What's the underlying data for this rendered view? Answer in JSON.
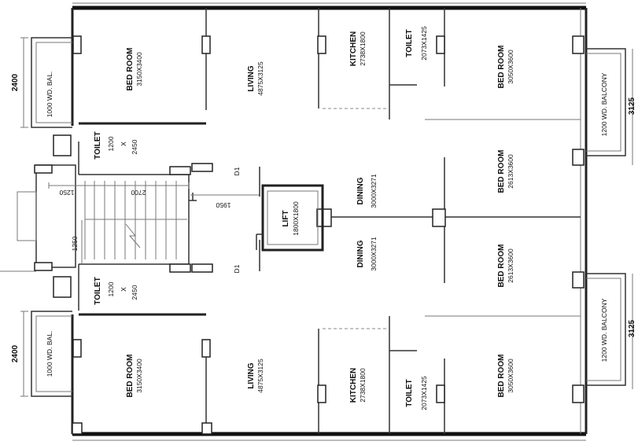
{
  "rooms": {
    "bed_tl": {
      "name": "BED ROOM",
      "size": "3150X3400"
    },
    "living_tl": {
      "name": "LIVING",
      "size": "4875X3125"
    },
    "kitchen_tl": {
      "name": "KITCHEN",
      "size": "2738X1800"
    },
    "toilet_tl": {
      "name": "TOILET",
      "size": "2073X1425"
    },
    "bed_tr": {
      "name": "BED ROOM",
      "size": "3050X3600"
    },
    "toilet_ul": {
      "name": "TOILET",
      "size": "1200",
      "x": "X",
      "size2": "2450"
    },
    "dining_t": {
      "name": "DINING",
      "size": "3000X3271"
    },
    "bed_mr_t": {
      "name": "BED ROOM",
      "size": "2613X3600"
    },
    "lift": {
      "name": "LIFT",
      "size": "1800X1800"
    },
    "dining_b": {
      "name": "DINING",
      "size": "3000X3271"
    },
    "bed_mr_b": {
      "name": "BED ROOM",
      "size": "2613X3600"
    },
    "toilet_ll": {
      "name": "TOILET",
      "size": "1200",
      "x": "X",
      "size2": "2450"
    },
    "bed_bl": {
      "name": "BED ROOM",
      "size": "3150X3400"
    },
    "living_bl": {
      "name": "LIVING",
      "size": "4875X3125"
    },
    "kitchen_bl": {
      "name": "KITCHEN",
      "size": "2738X1800"
    },
    "toilet_bl": {
      "name": "TOILET",
      "size": "2073X1425"
    },
    "bed_br": {
      "name": "BED ROOM",
      "size": "3050X3600"
    }
  },
  "balconies": {
    "tl": "1000 WD. BAL.",
    "bl": "1000 WD. BAL.",
    "tr": "1200 WD. BALCONY",
    "br": "1200 WD. BALCONY"
  },
  "dimensions": {
    "left_top": "2400",
    "left_bottom": "2400",
    "right_top": "3125",
    "right_bottom": "3125",
    "stair_1250_top": "1250",
    "stair_2700": "2700",
    "stair_1250_side": "1250",
    "lobby_1950": "1950"
  },
  "doors": {
    "d1_top": "D1",
    "d1_bottom": "D1"
  }
}
